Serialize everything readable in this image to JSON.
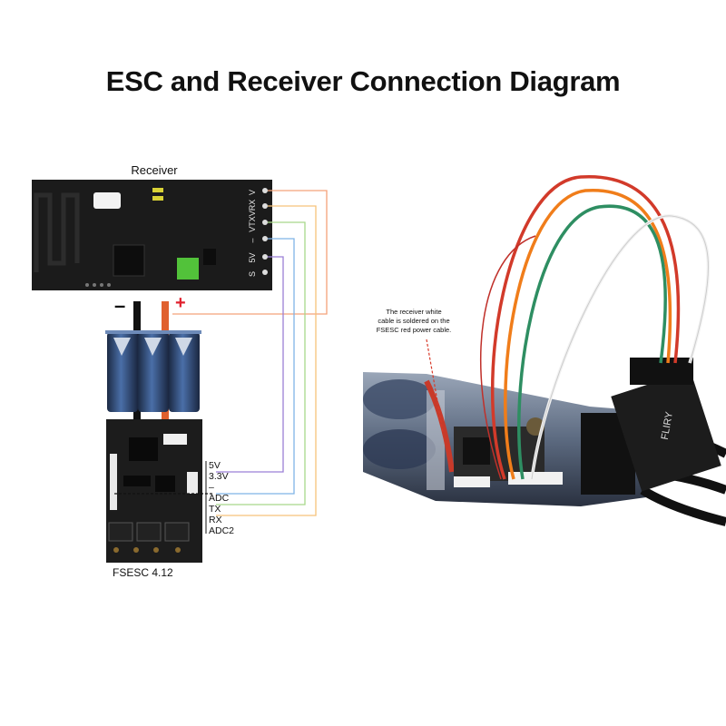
{
  "title": "ESC and Receiver Connection Diagram",
  "receiver": {
    "label": "Receiver",
    "pins": [
      "V",
      "VRX",
      "VTX",
      "–",
      "5V",
      "S"
    ]
  },
  "battery": {
    "minus": "–",
    "plus": "+"
  },
  "esc": {
    "name": "FSESC 4.12",
    "pins": [
      "5V",
      "3.3V",
      "–",
      "ADC",
      "TX",
      "RX",
      "ADC2"
    ]
  },
  "photo": {
    "note_lines": [
      "The receiver white",
      "cable is soldered on the",
      "FSESC red power cable."
    ],
    "module_text": "FLIRY"
  },
  "colors": {
    "wire_v": "#f4a27a",
    "wire_vrx": "#f6c27a",
    "wire_vtx": "#a8d88a",
    "wire_gnd": "#7fb4e6",
    "wire_5v": "#9b7fd6",
    "wire_power": "#f08a6a"
  },
  "icons": [
    "battery-icon",
    "receiver-board-icon",
    "esc-board-icon",
    "cable-loop-icon"
  ]
}
